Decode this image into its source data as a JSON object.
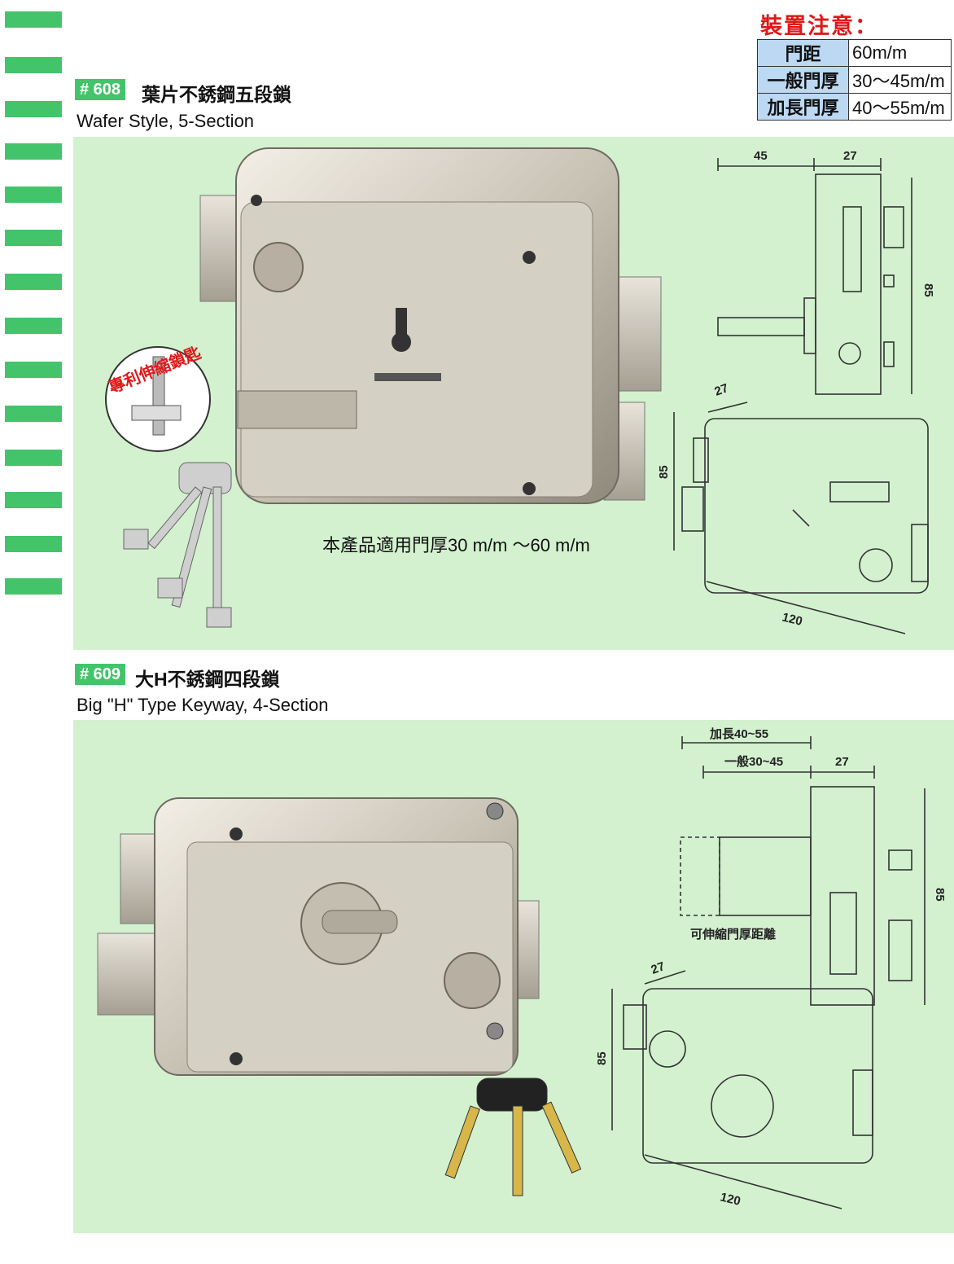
{
  "notice": {
    "title": "裝置注意：",
    "rows": [
      {
        "label": "門距",
        "value": "60m/m"
      },
      {
        "label": "一般門厚",
        "value": "30～45m/m"
      },
      {
        "label": "加長門厚",
        "value": "40～55m/m"
      }
    ]
  },
  "product_608": {
    "code": "# 608",
    "name_zh": "葉片不銹鋼五段鎖",
    "name_en": "Wafer Style, 5-Section",
    "patent_label": "專利伸縮鎖匙",
    "door_note": "本產品適用門厚30 m/m ～60 m/m",
    "dims": {
      "side_a": "45",
      "side_b": "27",
      "height": "85",
      "depth": "27",
      "front_h": "85",
      "width": "120"
    }
  },
  "product_609": {
    "code": "# 609",
    "name_zh": "大H不銹鋼四段鎖",
    "name_en": "Big \"H\" Type Keyway, 4-Section",
    "dims": {
      "long": "加長40~55",
      "normal": "一般30~45",
      "side_b": "27",
      "height": "85",
      "extend_note": "可伸縮門厚距離",
      "depth": "27",
      "front_h": "85",
      "width": "120"
    }
  },
  "colors": {
    "accent_green": "#43c46a",
    "panel_green": "#d3f1cf",
    "notice_red": "#e01818",
    "notice_blue": "#bcd8f3"
  }
}
